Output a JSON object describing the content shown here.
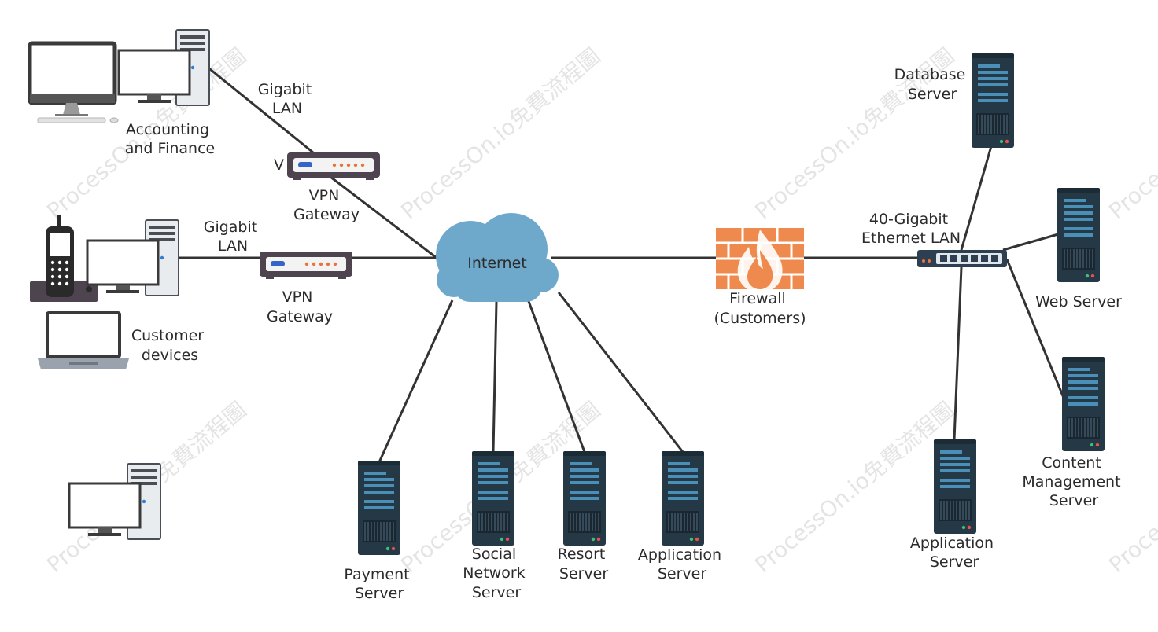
{
  "colors": {
    "link": "#333333",
    "server_body": "#253845",
    "server_slot": "#4a8fb8",
    "cloud": "#6ea9cc",
    "firewall": "#ef8a4e",
    "router_body": "#4d4450",
    "router_led": "#e8743b",
    "switch_body": "#2f3f52",
    "monitor_frame": "#3a3a3a"
  },
  "watermark": "ProcessOn.io免費流程圖",
  "labels": {
    "accounting": [
      "Accounting",
      "and Finance"
    ],
    "gigabit_lan_top": [
      "Gigabit",
      "LAN"
    ],
    "vpn_gateway_top": [
      "VPN",
      "Gateway"
    ],
    "vpn_marker_top": "V",
    "gigabit_lan_mid": [
      "Gigabit",
      "LAN"
    ],
    "vpn_gateway_mid": [
      "VPN",
      "Gateway"
    ],
    "customer_devices": [
      "Customer",
      "devices"
    ],
    "internet": "Internet",
    "firewall": [
      "Firewall",
      "(Customers)"
    ],
    "ethernet_lan": [
      "40-Gigabit",
      "Ethernet LAN"
    ],
    "database_server": [
      "Database",
      "Server"
    ],
    "web_server": [
      "Web Server"
    ],
    "content_server": [
      "Content",
      "Management",
      "Server"
    ],
    "app_server_right": [
      "Application",
      "Server"
    ],
    "payment_server": [
      "Payment",
      "Server"
    ],
    "social_server": [
      "Social",
      "Network",
      "Server"
    ],
    "resort_server": [
      "Resort",
      "Server"
    ],
    "app_server_bottom": [
      "Application",
      "Server"
    ]
  }
}
